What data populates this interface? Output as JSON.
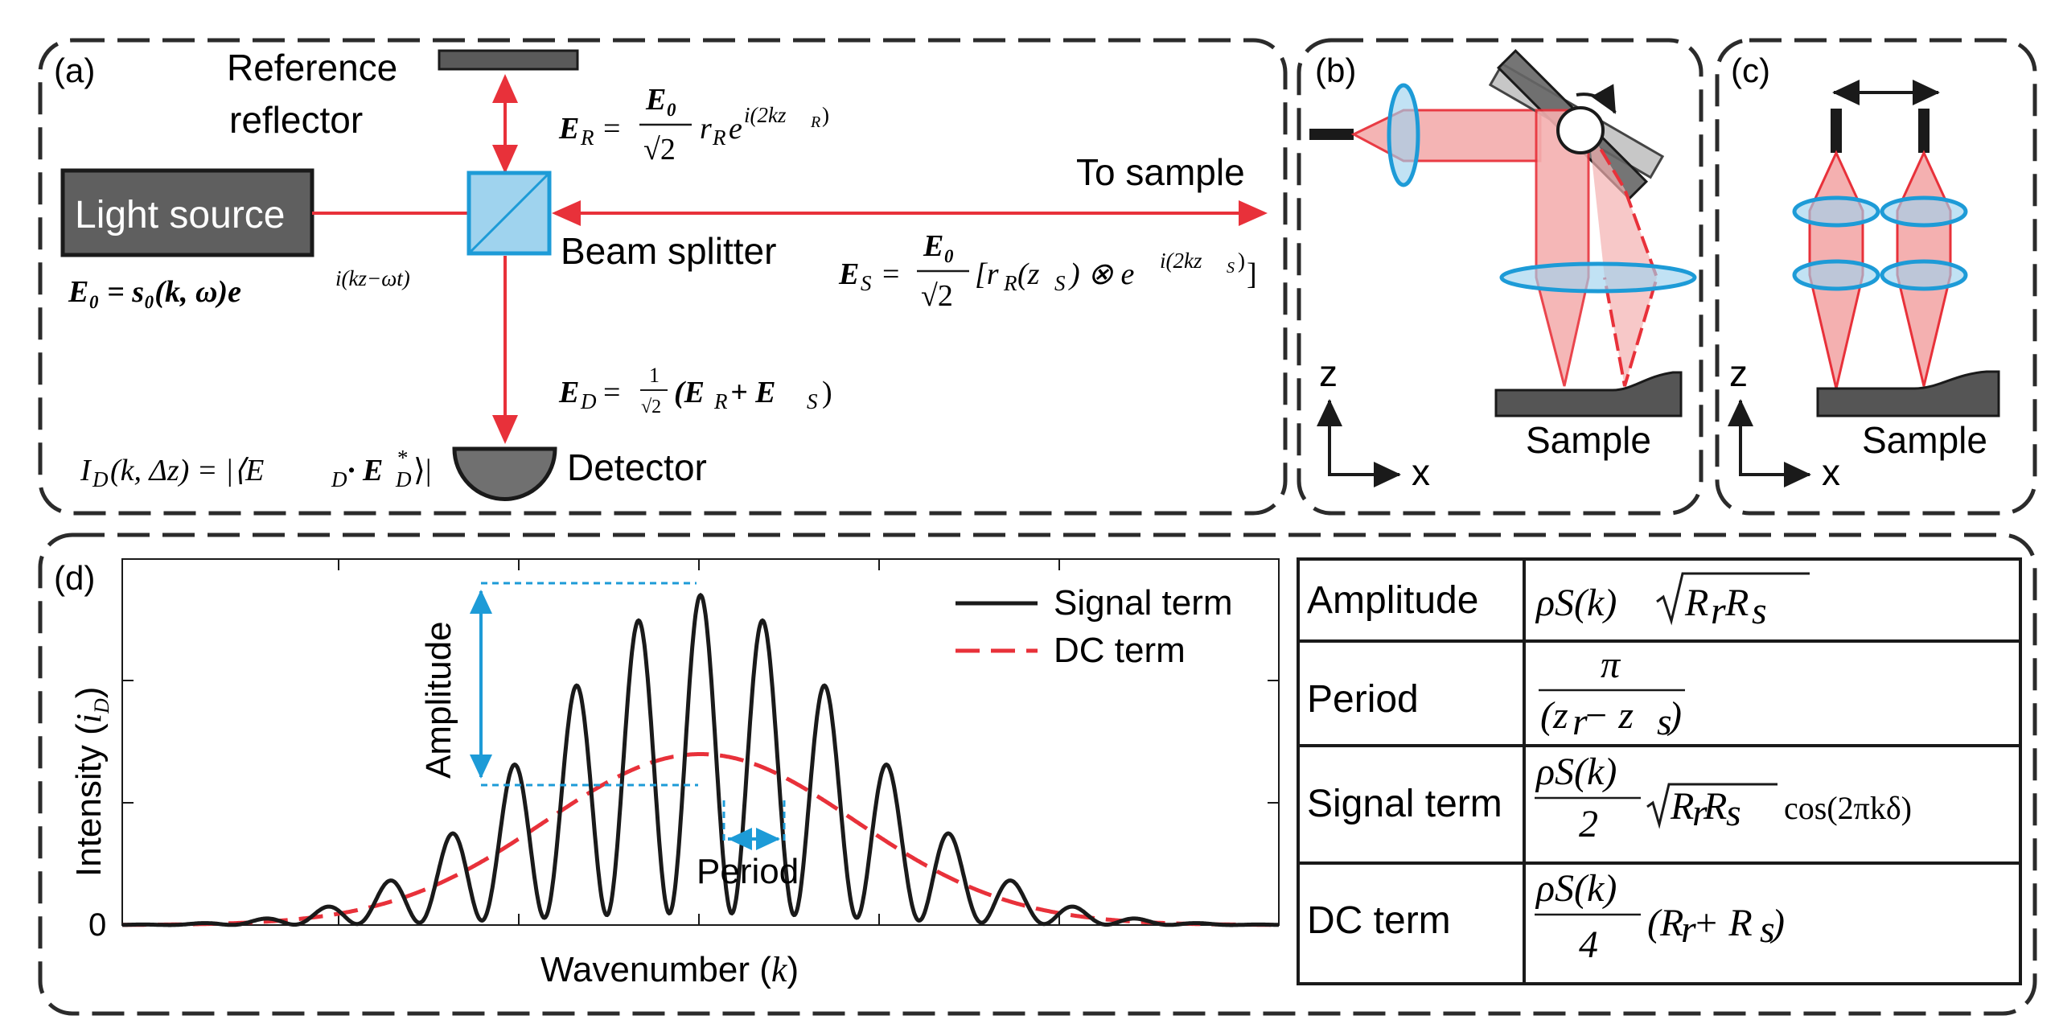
{
  "panels": {
    "a": {
      "label": "(a)",
      "reference_label_line1": "Reference",
      "reference_label_line2": "reflector",
      "light_source": "Light source",
      "beam_splitter": "Beam splitter",
      "to_sample": "To sample",
      "detector": "Detector",
      "eq_E0": "E₀ = s₀(k, ω)e",
      "eq_E0_exp": "i(kz−ωt)",
      "eq_ER_lhs": "E",
      "eq_ER_sub": "R",
      "eq_ER_rest": "r",
      "eq_ER_rsub": "R",
      "eq_ER_exp": "i(2kz",
      "eq_ER_exp_sub": "R",
      "eq_ES_lhs": "E",
      "eq_ES_sub": "S",
      "eq_ES_body": "[r",
      "eq_ES_body2": "(z",
      "eq_ES_body3": ") ⊗ e",
      "eq_ES_exp": "i(2kz",
      "eq_ES_exp_sub": "S",
      "eq_ED": "E",
      "eq_ED_sub": "D",
      "eq_ED_body": "(E",
      "eq_ED_body_sub1": "R",
      "eq_ED_plus": " + E",
      "eq_ED_body_sub2": "S",
      "eq_ED_close": ")",
      "frac_num_E0": "E₀",
      "frac_den_sqrt2": "√2",
      "frac_num_1": "1",
      "eq_ID": "I",
      "eq_ID_sub": "D",
      "eq_ID_body": "(k, Δz) = |⟨E",
      "eq_ID_body_sub": "D",
      "eq_ID_dot": " · E",
      "eq_ID_star_sub": "D",
      "eq_ID_star_sup": "*",
      "eq_ID_close": "⟩|",
      "equals": "="
    },
    "b": {
      "label": "(b)",
      "sample": "Sample",
      "axis_z": "z",
      "axis_x": "x"
    },
    "c": {
      "label": "(c)",
      "sample": "Sample",
      "axis_z": "z",
      "axis_x": "x"
    },
    "d": {
      "label": "(d)",
      "amplitude_annot": "Amplitude",
      "period_annot": "Period"
    }
  },
  "chart_data": {
    "type": "line",
    "title": "",
    "xlabel": "Wavenumber (k)",
    "ylabel": "Intensity (i_D)",
    "ytick_label_zero": "0",
    "xlim": [
      0,
      1
    ],
    "ylim": [
      0,
      1
    ],
    "series": [
      {
        "name": "Signal term",
        "color": "#1a1a1a",
        "style": "solid",
        "center": 0.5,
        "width": 0.19,
        "peak": 1.0,
        "dc_peak": 0.5,
        "period": 0.054
      },
      {
        "name": "DC term",
        "color": "#e8313a",
        "style": "dashed",
        "center": 0.5,
        "width": 0.19,
        "peak": 0.5
      }
    ],
    "legend": {
      "placement": "top-right",
      "entries": [
        "Signal term",
        "DC term"
      ]
    }
  },
  "table": {
    "rows": [
      {
        "label": "Amplitude",
        "formula": "ρS(k)√(R_r R_s)"
      },
      {
        "label": "Period",
        "formula": "π / (z_r − z_s)"
      },
      {
        "label": "Signal term",
        "formula": "ρS(k)/2 √(R_r R_s) cos(2πkδ)"
      },
      {
        "label": "DC term",
        "formula": "ρS(k)/4 (R_r + R_s)"
      }
    ],
    "f_rhoS": "ρS(k)",
    "f_pi": "π",
    "f_period_den": "(z",
    "f_zr_sub": "r",
    "f_minus_z": " − z",
    "f_zs_sub": "s",
    "f_close": ")",
    "f_two": "2",
    "f_four": "4",
    "f_R": "R",
    "f_r_sub": "r",
    "f_s_sub": "s",
    "f_cos": "cos(2πkδ)",
    "f_plus": "(R",
    "f_plus_mid": " + R",
    "f_plus_close": ")"
  },
  "colors": {
    "red": "#e8313a",
    "blue": "#1d9bd7",
    "light_blue_fill": "#9fd3ee",
    "grey": "#666666",
    "dashed_border": "#2b2b2b",
    "beam_fill": "#f4b0b0",
    "sample_fill": "#555555"
  }
}
